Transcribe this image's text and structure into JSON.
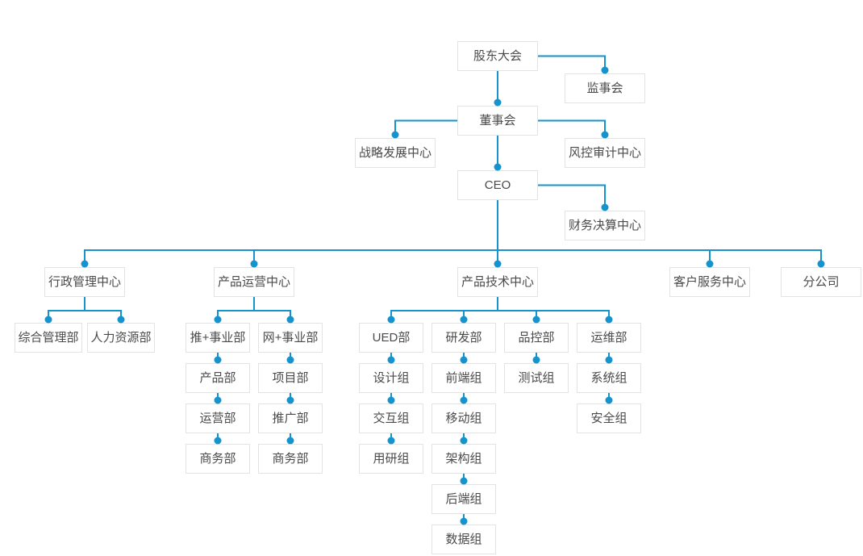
{
  "chart_title": "",
  "colors": {
    "line": "#1593cd",
    "dot": "#1593cd",
    "box_border": "#e3e3e3",
    "box_background": "#ffffff",
    "text": "#4a4a4a",
    "page_background": "#ffffff"
  },
  "nodes": [
    {
      "id": "shareholders-meeting",
      "label": "股东大会"
    },
    {
      "id": "supervisory-board",
      "label": "监事会"
    },
    {
      "id": "board-of-directors",
      "label": "董事会"
    },
    {
      "id": "strategy-center",
      "label": "战略发展中心"
    },
    {
      "id": "risk-audit-center",
      "label": "风控审计中心"
    },
    {
      "id": "ceo",
      "label": "CEO"
    },
    {
      "id": "finance-center",
      "label": "财务决算中心"
    },
    {
      "id": "admin-center",
      "label": "行政管理中心"
    },
    {
      "id": "ops-center",
      "label": "产品运营中心"
    },
    {
      "id": "tech-center",
      "label": "产品技术中心"
    },
    {
      "id": "customer-service-center",
      "label": "客户服务中心"
    },
    {
      "id": "branch-company",
      "label": "分公司"
    },
    {
      "id": "general-admin-dept",
      "label": "综合管理部"
    },
    {
      "id": "hr-dept",
      "label": "人力资源部"
    },
    {
      "id": "tui-business-dept",
      "label": "推+事业部"
    },
    {
      "id": "wang-business-dept",
      "label": "网+事业部"
    },
    {
      "id": "product-dept",
      "label": "产品部"
    },
    {
      "id": "project-dept",
      "label": "项目部"
    },
    {
      "id": "operation-dept",
      "label": "运营部"
    },
    {
      "id": "promotion-dept",
      "label": "推广部"
    },
    {
      "id": "business-dept-left",
      "label": "商务部"
    },
    {
      "id": "business-dept-right",
      "label": "商务部"
    },
    {
      "id": "ued-dept",
      "label": "UED部"
    },
    {
      "id": "rd-dept",
      "label": "研发部"
    },
    {
      "id": "qc-dept",
      "label": "品控部"
    },
    {
      "id": "devops-dept",
      "label": "运维部"
    },
    {
      "id": "design-group",
      "label": "设计组"
    },
    {
      "id": "frontend-group",
      "label": "前端组"
    },
    {
      "id": "test-group",
      "label": "测试组"
    },
    {
      "id": "system-group",
      "label": "系统组"
    },
    {
      "id": "interaction-group",
      "label": "交互组"
    },
    {
      "id": "mobile-group",
      "label": "移动组"
    },
    {
      "id": "security-group",
      "label": "安全组"
    },
    {
      "id": "user-research-group",
      "label": "用研组"
    },
    {
      "id": "architecture-group",
      "label": "架构组"
    },
    {
      "id": "backend-group",
      "label": "后端组"
    },
    {
      "id": "data-group",
      "label": "数据组"
    }
  ],
  "edges": [
    {
      "from": "shareholders-meeting",
      "to": "supervisory-board",
      "type": "side"
    },
    {
      "from": "shareholders-meeting",
      "to": "board-of-directors",
      "type": "v"
    },
    {
      "from": "board-of-directors",
      "to": "strategy-center",
      "type": "side"
    },
    {
      "from": "board-of-directors",
      "to": "risk-audit-center",
      "type": "side"
    },
    {
      "from": "board-of-directors",
      "to": "ceo",
      "type": "v"
    },
    {
      "from": "ceo",
      "to": "finance-center",
      "type": "side"
    },
    {
      "from": "ceo",
      "to": "admin-center",
      "type": "bus"
    },
    {
      "from": "ceo",
      "to": "ops-center",
      "type": "bus"
    },
    {
      "from": "ceo",
      "to": "tech-center",
      "type": "bus"
    },
    {
      "from": "ceo",
      "to": "customer-service-center",
      "type": "bus"
    },
    {
      "from": "ceo",
      "to": "branch-company",
      "type": "bus"
    },
    {
      "from": "admin-center",
      "to": "general-admin-dept",
      "type": "bus"
    },
    {
      "from": "admin-center",
      "to": "hr-dept",
      "type": "bus"
    },
    {
      "from": "ops-center",
      "to": "tui-business-dept",
      "type": "bus"
    },
    {
      "from": "ops-center",
      "to": "wang-business-dept",
      "type": "bus"
    },
    {
      "from": "tech-center",
      "to": "ued-dept",
      "type": "bus"
    },
    {
      "from": "tech-center",
      "to": "rd-dept",
      "type": "bus"
    },
    {
      "from": "tech-center",
      "to": "qc-dept",
      "type": "bus"
    },
    {
      "from": "tech-center",
      "to": "devops-dept",
      "type": "bus"
    },
    {
      "from": "tui-business-dept",
      "to": "product-dept",
      "type": "v"
    },
    {
      "from": "product-dept",
      "to": "operation-dept",
      "type": "v"
    },
    {
      "from": "operation-dept",
      "to": "business-dept-left",
      "type": "v"
    },
    {
      "from": "wang-business-dept",
      "to": "project-dept",
      "type": "v"
    },
    {
      "from": "project-dept",
      "to": "promotion-dept",
      "type": "v"
    },
    {
      "from": "promotion-dept",
      "to": "business-dept-right",
      "type": "v"
    },
    {
      "from": "ued-dept",
      "to": "design-group",
      "type": "v"
    },
    {
      "from": "design-group",
      "to": "interaction-group",
      "type": "v"
    },
    {
      "from": "interaction-group",
      "to": "user-research-group",
      "type": "v"
    },
    {
      "from": "rd-dept",
      "to": "frontend-group",
      "type": "v"
    },
    {
      "from": "frontend-group",
      "to": "mobile-group",
      "type": "v"
    },
    {
      "from": "mobile-group",
      "to": "architecture-group",
      "type": "v"
    },
    {
      "from": "architecture-group",
      "to": "backend-group",
      "type": "v"
    },
    {
      "from": "backend-group",
      "to": "data-group",
      "type": "v"
    },
    {
      "from": "qc-dept",
      "to": "test-group",
      "type": "v"
    },
    {
      "from": "devops-dept",
      "to": "system-group",
      "type": "v"
    },
    {
      "from": "system-group",
      "to": "security-group",
      "type": "v"
    }
  ]
}
